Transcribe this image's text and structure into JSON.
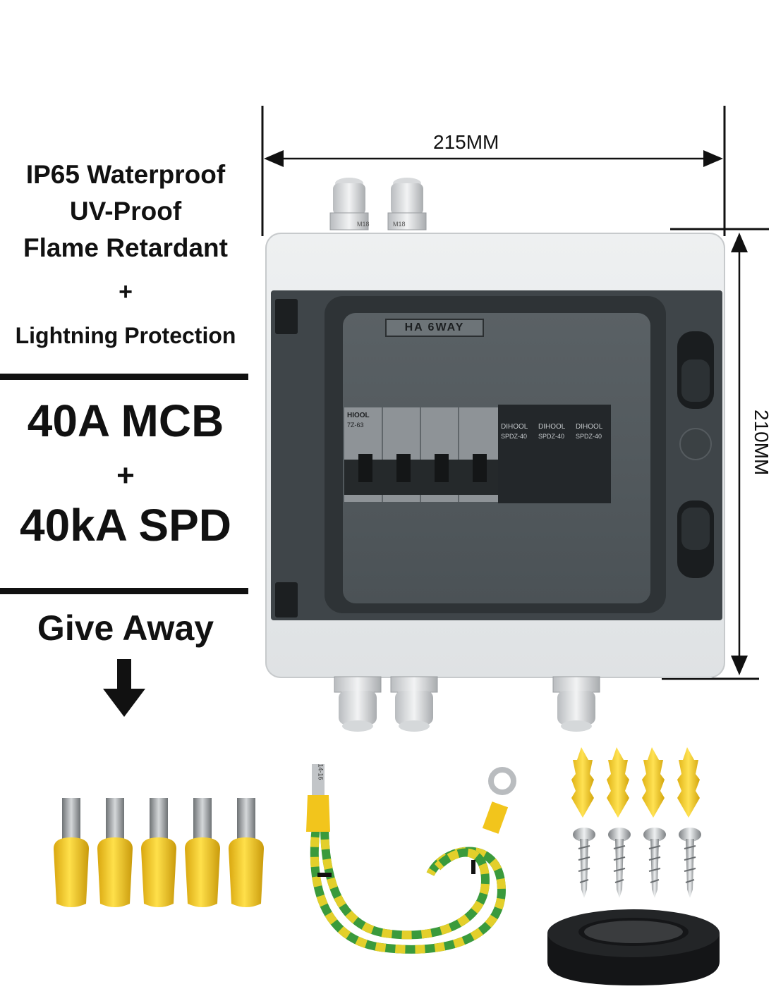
{
  "features": {
    "line1": "IP65 Waterproof",
    "line2": "UV-Proof",
    "line3": "Flame Retardant",
    "plus": "+",
    "line4": "Lightning Protection"
  },
  "specs": {
    "mcb": "40A MCB",
    "plus": "+",
    "spd": "40kA SPD"
  },
  "giveaway": {
    "label": "Give Away"
  },
  "dimensions": {
    "width": "215MM",
    "height": "210MM"
  },
  "enclosure": {
    "label": "HA 6WAY",
    "gland_size": "M18",
    "breaker_brand": "HIOOL",
    "breaker_model": "7Z-63",
    "spd_brand": "DIHOOL",
    "spd_model": "SPDZ-40"
  },
  "ground_wire_tag": "14-16",
  "colors": {
    "enclosure_body": "#e6e8e9",
    "window_tint": "#3b4145",
    "terminal_yellow": "#f2c51c",
    "wire_green": "#3a9a3c",
    "wire_yellow": "#e3cf2b"
  }
}
